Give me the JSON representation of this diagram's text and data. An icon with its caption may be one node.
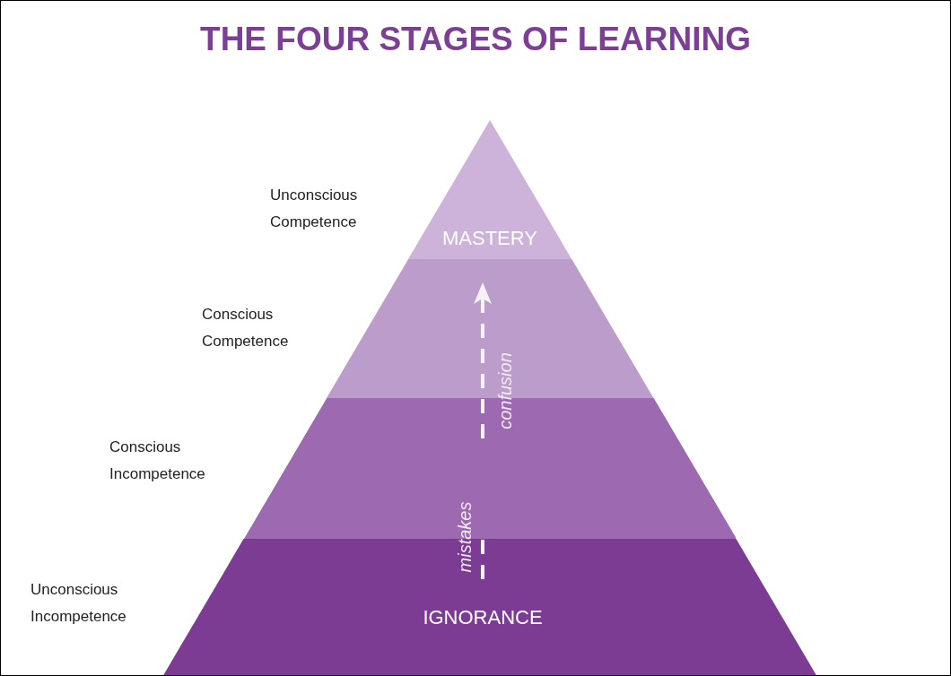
{
  "diagram": {
    "title": "THE FOUR STAGES OF LEARNING",
    "nodes": [
      {
        "text": [
          "MASTERY"
        ]
      },
      {
        "text": [],
        "shape": "band"
      },
      {
        "text": [],
        "shape": "band"
      },
      {
        "text": [
          "IGNORANCE"
        ]
      }
    ],
    "edges": [
      {
        "from": 3,
        "to": 2,
        "arrow": "none",
        "style": "dashed"
      },
      {
        "from": 2,
        "to": 1,
        "arrow": "to",
        "style": "dashed"
      }
    ],
    "labels": [
      "Unconscious Competence",
      "Conscious Competence",
      "confusion",
      "Conscious Incompetence",
      "mistakes",
      "Unconscious Incompetence"
    ]
  }
}
